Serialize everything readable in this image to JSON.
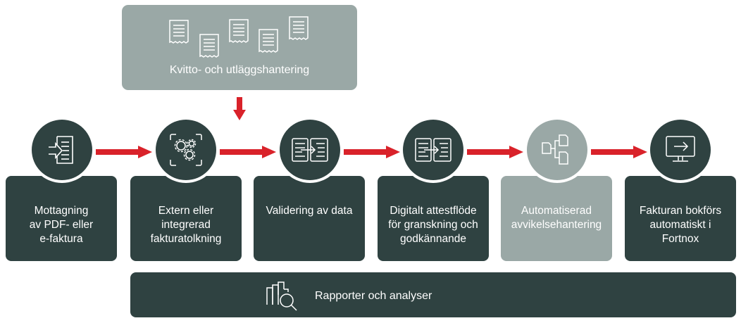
{
  "colors": {
    "dark": "#2f4241",
    "gray": "#9aa8a6",
    "arrow": "#d9222a",
    "text": "#ffffff"
  },
  "top_box": {
    "label": "Kvitto- och utläggshantering",
    "icon": "receipt-icon",
    "icon_count": 5
  },
  "steps": [
    {
      "label_lines": [
        "Mottagning",
        "av PDF- eller",
        "e-faktura"
      ],
      "label": "Mottagning av PDF- eller e-faktura",
      "icon": "document-import-icon",
      "style": "dark"
    },
    {
      "label_lines": [
        "Extern eller",
        "integrerad",
        "fakturatolkning"
      ],
      "label": "Extern eller integrerad fakturatolkning",
      "icon": "gears-scan-icon",
      "style": "dark"
    },
    {
      "label_lines": [
        "Validering av data"
      ],
      "label": "Validering av data",
      "icon": "document-transfer-icon",
      "style": "dark"
    },
    {
      "label_lines": [
        "Digitalt attestflöde",
        "för granskning och",
        "godkännande"
      ],
      "label": "Digitalt attestflöde för granskning och godkännande",
      "icon": "document-transfer-icon",
      "style": "dark"
    },
    {
      "label_lines": [
        "Automatiserad",
        "avvikelsehantering"
      ],
      "label": "Automatiserad avvikelsehantering",
      "icon": "document-tree-icon",
      "style": "gray"
    },
    {
      "label_lines": [
        "Fakturan bokförs",
        "automatiskt i",
        "Fortnox"
      ],
      "label": "Fakturan bokförs automatiskt i Fortnox",
      "icon": "monitor-arrow-icon",
      "style": "dark"
    }
  ],
  "bottom_bar": {
    "label": "Rapporter och analyser",
    "icon": "chart-search-icon"
  }
}
